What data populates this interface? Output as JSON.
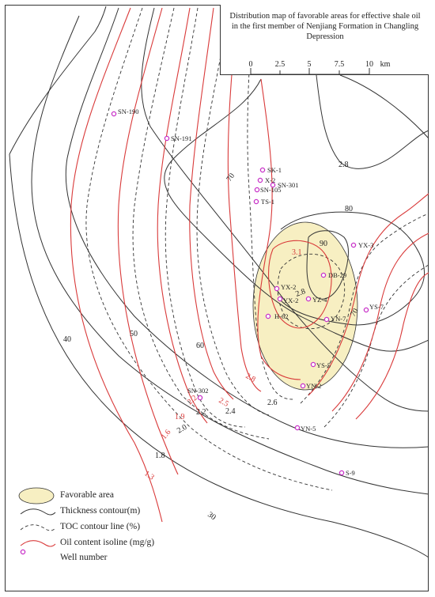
{
  "title": "Distribution map of favorable areas for effective shale oil in the first member of Nenjiang Formation in Changling Depression",
  "scale": {
    "ticks": [
      "0",
      "2.5",
      "5",
      "7.5",
      "10"
    ],
    "unit": "km"
  },
  "legend": {
    "favorable": "Favorable area",
    "thickness": "Thickness contour(m)",
    "toc": "TOC contour line  (%)",
    "oil": "Oil content isoline  (mg/g)",
    "well": "Well number"
  },
  "contour_labels": {
    "thickness": [
      "30",
      "40",
      "50",
      "60",
      "70",
      "80",
      "90",
      "70"
    ],
    "toc": [
      "1.8",
      "2.0",
      "2.2",
      "2.4",
      "2.6",
      "2.8",
      "2.8"
    ],
    "oil": [
      "1.3",
      "1.6",
      "1.9",
      "2.2",
      "2.5",
      "2.8",
      "3.1"
    ]
  },
  "wells": [
    "SN-190",
    "SN-191",
    "SK-1",
    "X-2",
    "SN-301",
    "SN-105",
    "TS-1",
    "YX-3",
    "DB-29",
    "YX-2",
    "YX-2",
    "YZ-4",
    "H-62",
    "YN-7",
    "YS-7",
    "YS-5",
    "YN-2",
    "SN-302",
    "YN-5",
    "S-9"
  ],
  "colors": {
    "thickness": "#333333",
    "toc": "#333333",
    "oil": "#d93a3a",
    "favorable": "#f7efc2",
    "well": "#c832c8"
  }
}
